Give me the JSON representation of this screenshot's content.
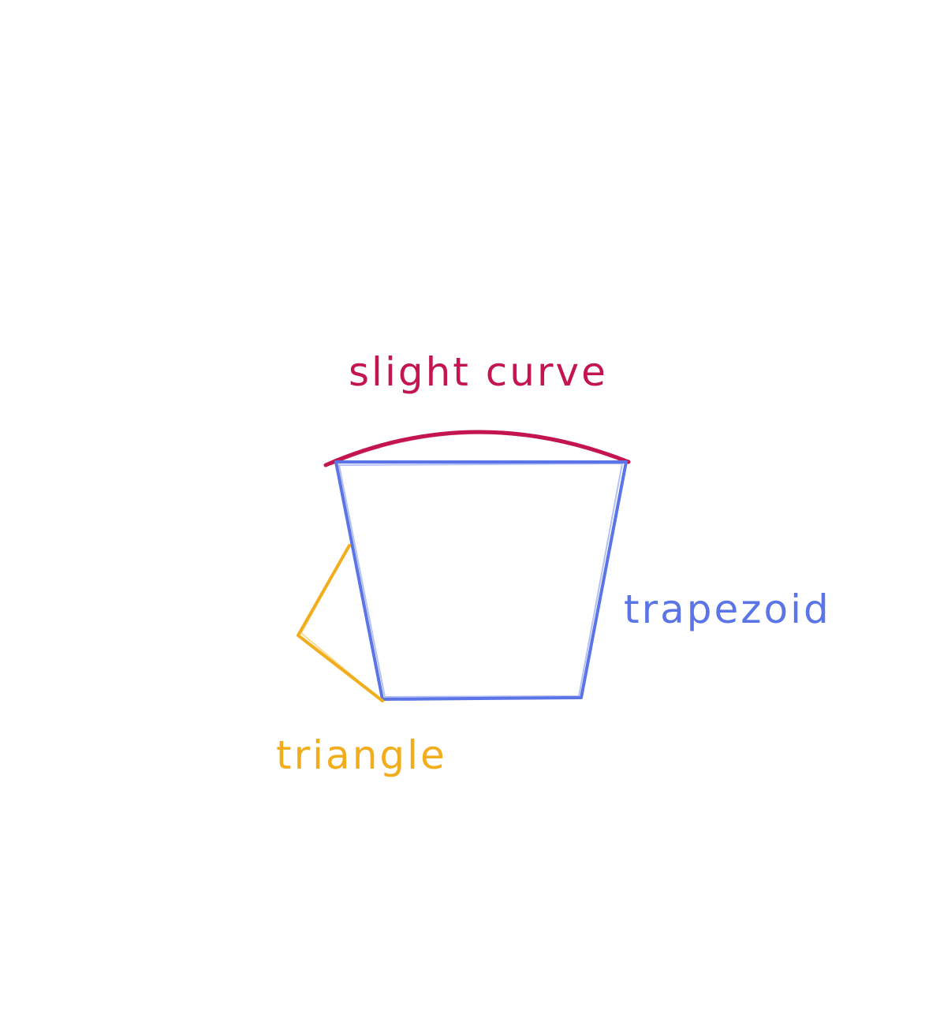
{
  "labels": {
    "curve": "slight curve",
    "trapezoid": "trapezoid",
    "triangle": "triangle"
  },
  "colors": {
    "curve": "#c4164e",
    "trapezoid": "#5b74e6",
    "triangle": "#f2ad1c",
    "background": "#ffffff"
  }
}
